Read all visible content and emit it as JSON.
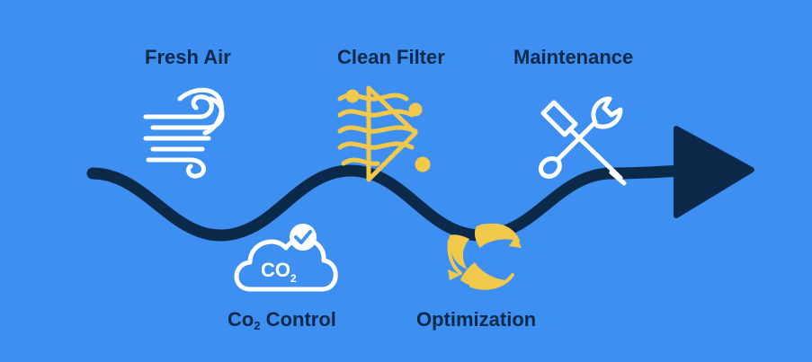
{
  "steps": {
    "fresh_air": {
      "label": "Fresh Air",
      "icon": "wind-icon"
    },
    "clean_filter": {
      "label": "Clean Filter",
      "icon": "filter-icon"
    },
    "maintenance": {
      "label": "Maintenance",
      "icon": "wrench-screwdriver-icon"
    },
    "co2_control": {
      "label_main": "Co",
      "label_sub": "2",
      "label_rest": " Control",
      "icon": "co2-cloud-icon",
      "icon_text": "CO",
      "icon_sub": "2"
    },
    "optimization": {
      "label": "Optimization",
      "icon": "leaf-cycle-icon"
    }
  },
  "colors": {
    "background": "#3D8FF2",
    "wave": "#0B2A4A",
    "icon_white": "#FFFFFF",
    "icon_yellow": "#F2C84B",
    "label": "#0B2A4A"
  }
}
